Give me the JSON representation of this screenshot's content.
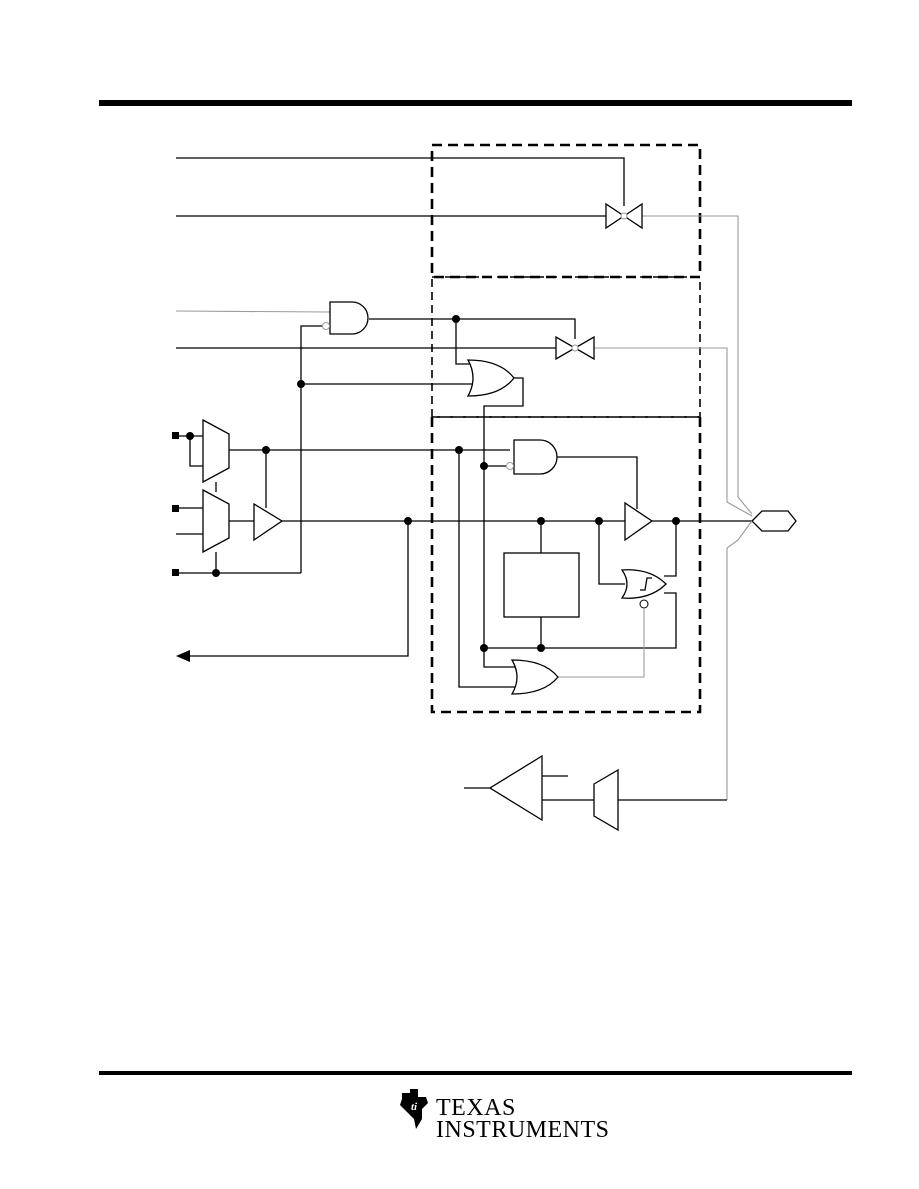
{
  "page": {
    "background": "#ffffff",
    "rule_color": "#000000"
  },
  "diagram": {
    "kind": "io-pin-logic-schematic",
    "blocks": [
      "gates",
      "transmission-gates",
      "buffers",
      "multiplexers",
      "schmitt-trigger-gate",
      "storage-block"
    ]
  },
  "footer": {
    "logo": {
      "icon": "texas-instruments-logo-icon",
      "line1": "TEXAS",
      "line2": "INSTRUMENTS"
    }
  }
}
